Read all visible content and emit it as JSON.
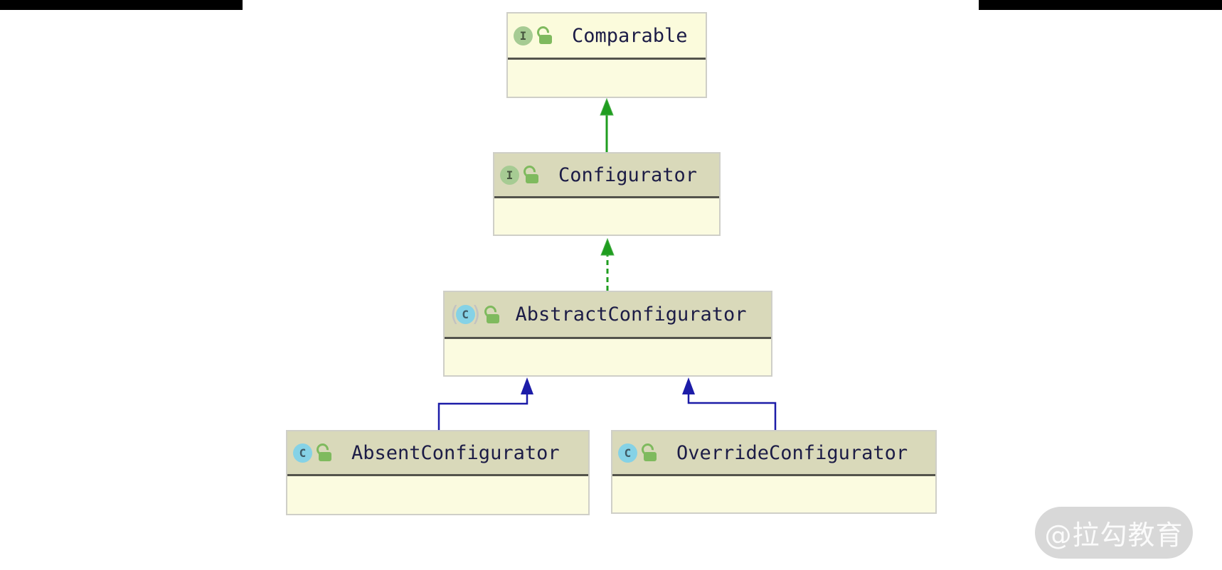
{
  "diagram": {
    "tool_style": "uml-class-diagram",
    "nodes": [
      {
        "label": "Comparable",
        "kind": "interface",
        "abstract": false,
        "type_icon": "interface-icon",
        "visibility_icon": "unlock-icon",
        "icon_letter": "I"
      },
      {
        "label": "Configurator",
        "kind": "interface",
        "abstract": false,
        "type_icon": "interface-icon",
        "visibility_icon": "unlock-icon",
        "icon_letter": "I"
      },
      {
        "label": "AbstractConfigurator",
        "kind": "class",
        "abstract": true,
        "type_icon": "abstract-class-icon",
        "visibility_icon": "unlock-icon",
        "icon_letter": "C"
      },
      {
        "label": "AbsentConfigurator",
        "kind": "class",
        "abstract": false,
        "type_icon": "class-icon",
        "visibility_icon": "unlock-icon",
        "icon_letter": "C"
      },
      {
        "label": "OverrideConfigurator",
        "kind": "class",
        "abstract": false,
        "type_icon": "class-icon",
        "visibility_icon": "unlock-icon",
        "icon_letter": "C"
      }
    ],
    "edges": [
      {
        "from": "Configurator",
        "to": "Comparable",
        "relation": "extends",
        "line": "solid",
        "color": "#1f9d1f"
      },
      {
        "from": "AbstractConfigurator",
        "to": "Configurator",
        "relation": "implements",
        "line": "dashed",
        "color": "#1f9d1f"
      },
      {
        "from": "AbsentConfigurator",
        "to": "AbstractConfigurator",
        "relation": "extends",
        "line": "solid",
        "color": "#1c1ca8"
      },
      {
        "from": "OverrideConfigurator",
        "to": "AbstractConfigurator",
        "relation": "extends",
        "line": "solid",
        "color": "#1c1ca8"
      }
    ],
    "colors": {
      "node_header": "#d9d9ba",
      "node_body": "#fbfbe0",
      "comparable_header": "#fbfbdc",
      "separator": "#53534b",
      "border": "#cfcfc8",
      "interface_icon": "#a6cb93",
      "class_icon": "#85d2e6",
      "lock_icon": "#7fba5e",
      "green_edge": "#1f9d1f",
      "blue_edge": "#1c1ca8",
      "label_text": "#1c1c46"
    }
  },
  "watermark": {
    "text": "@拉勾教育"
  },
  "abstract_parens": {
    "left": "(",
    "right": ")"
  }
}
